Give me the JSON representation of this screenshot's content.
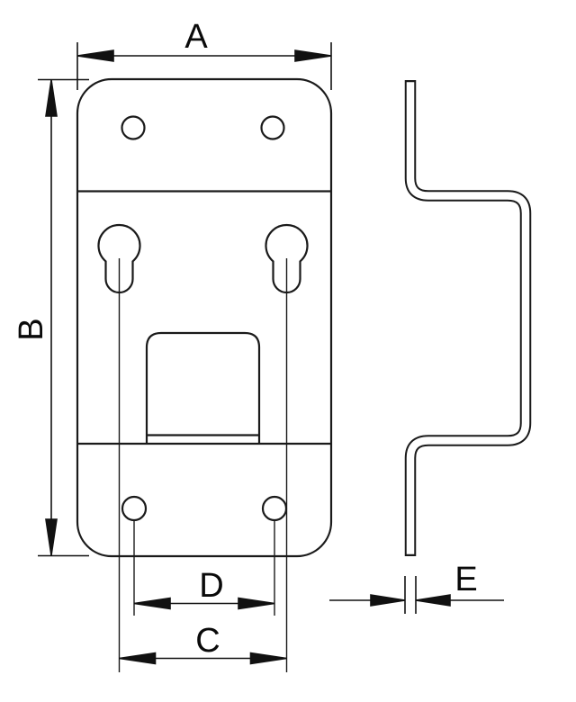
{
  "drawing": {
    "background_color": "#ffffff",
    "line_color": "#1a1a1a",
    "labels": {
      "width": "A",
      "height": "B",
      "keyhole_spacing": "C",
      "lower_hole_spacing": "D",
      "thickness": "E"
    }
  }
}
